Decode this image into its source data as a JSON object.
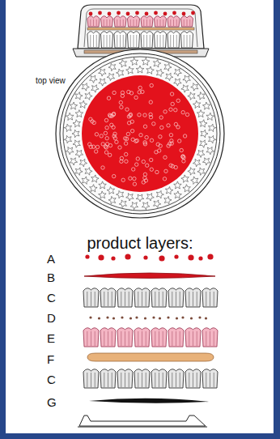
{
  "diagram": {
    "labels": [
      "top view",
      "product layers:",
      "A",
      "B",
      "C",
      "D",
      "E",
      "F",
      "C",
      "G"
    ]
  }
}
